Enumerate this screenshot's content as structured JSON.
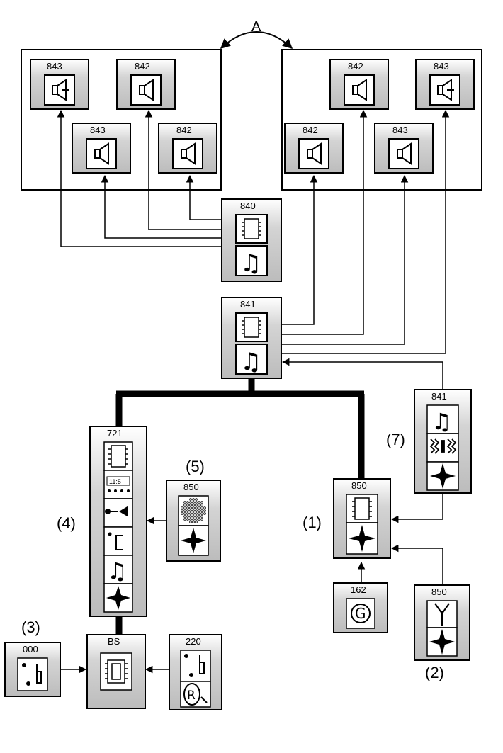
{
  "annotations": {
    "a": "A",
    "n1": "(1)",
    "n2": "(2)",
    "n3": "(3)",
    "n4": "(4)",
    "n5": "(5)",
    "n7": "(7)"
  },
  "modules": {
    "s1_843a": "843",
    "s1_842a": "842",
    "s1_843b": "843",
    "s1_842b": "842",
    "s2_842a": "842",
    "s2_843a": "843",
    "s2_842b": "842",
    "s2_843b": "843",
    "m840": "840",
    "m841_top": "841",
    "m721": "721",
    "m850_left": "850",
    "m850_center": "850",
    "m841_right": "841",
    "m162": "162",
    "m850_antenna": "850",
    "m000": "000",
    "mbs": "BS",
    "m220": "220"
  },
  "display": {
    "clock": "11:5"
  },
  "icons": {
    "speaker": "speaker-icon",
    "speaker_dome": "dome-speaker-icon",
    "chip": "chip-icon",
    "music_note": "music-note-icon",
    "compass": "compass-star-icon",
    "generator": "generator-icon",
    "antenna": "antenna-icon",
    "grille": "speaker-grille-icon",
    "key": "key-icon",
    "door": "door-icon",
    "radio": "radio-r-icon",
    "signal": "signal-icon"
  }
}
